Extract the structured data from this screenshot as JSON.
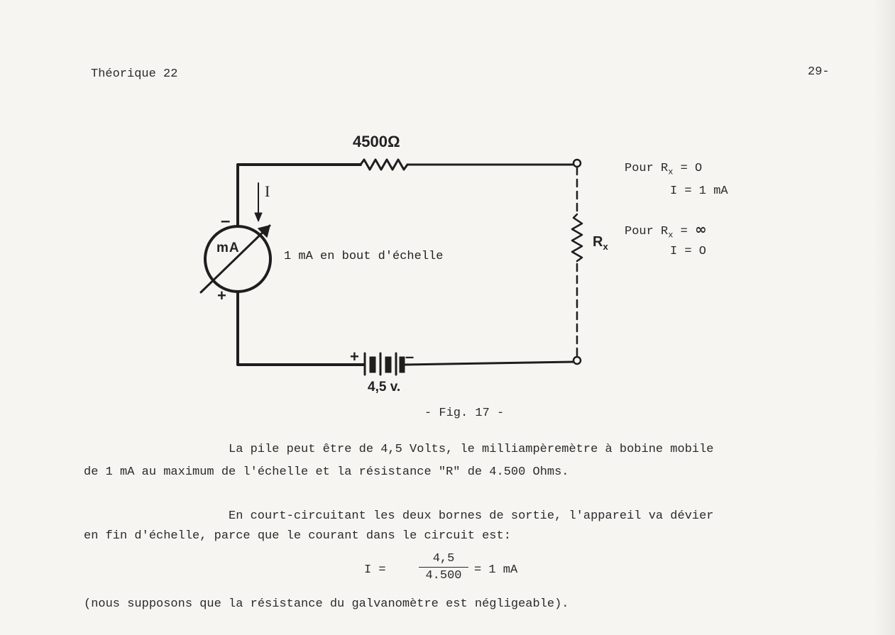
{
  "header": {
    "left": "Théorique 22",
    "right": "29-"
  },
  "circuit": {
    "resistor_label": "4500",
    "ohm_symbol": "Ω",
    "current_label": "I",
    "meter_label": "mA",
    "meter_note": "1 mA en bout d'échelle",
    "minus_sign": "–",
    "plus_sign": "+",
    "battery_label": "4,5 v.",
    "battery_plus": "+",
    "battery_minus": "–",
    "rx_label": "R",
    "rx_sub": "x"
  },
  "side_notes": {
    "line1_prefix": "Pour R",
    "line1_sub": "x",
    "line1_suffix": " = O",
    "line2": "I  = 1 mA",
    "line3_prefix": "Pour R",
    "line3_sub": "x",
    "line3_eq": " = ",
    "line3_inf": "∞",
    "line4": "I  = O"
  },
  "caption": "- Fig. 17 -",
  "paragraph1": {
    "line1": "La pile peut être de 4,5 Volts, le milliampèremètre à bobine mobile",
    "line2": "de 1 mA au maximum de l'échelle et la résistance \"R\" de 4.500 Ohms."
  },
  "paragraph2": {
    "line1": "En court-circuitant les deux bornes de sortie, l'appareil va dévier",
    "line2": "en fin d'échelle, parce que le courant dans le circuit est:"
  },
  "equation": {
    "lhs": "I  =",
    "numerator": "4,5",
    "denominator": "4.500",
    "rhs": "=  1 mA"
  },
  "paragraph3": "(nous supposons que la résistance du galvanomètre est négligeable)."
}
